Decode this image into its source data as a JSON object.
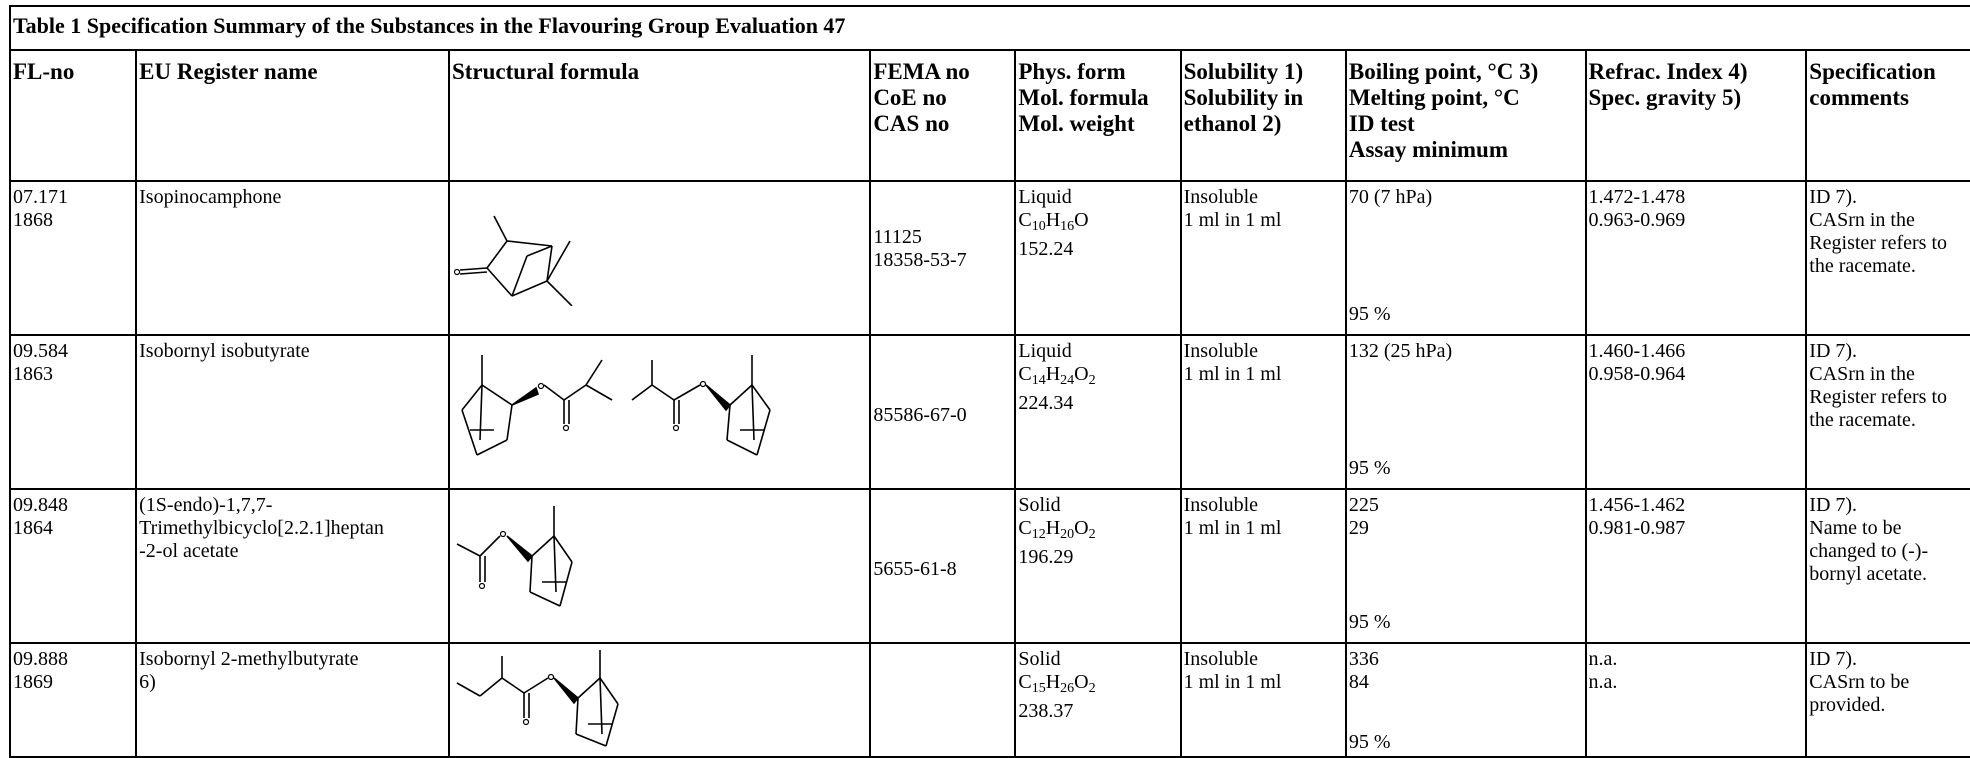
{
  "table": {
    "title": "Table 1 Specification Summary of the Substances in the Flavouring Group Evaluation 47",
    "headers": {
      "fl_no": "FL-no",
      "eu_name": "EU Register name",
      "structural": "Structural formula",
      "fema_1": "FEMA no",
      "fema_2": "CoE no",
      "fema_3": "CAS no",
      "phys_1": "Phys. form",
      "phys_2": "Mol. formula",
      "phys_3": "Mol. weight",
      "sol_1": "Solubility 1)",
      "sol_2": "Solubility in",
      "sol_3": "ethanol 2)",
      "bp_1": "Boiling point, °C 3)",
      "bp_2": "Melting point, °C",
      "bp_3": "ID test",
      "bp_4": "Assay minimum",
      "ri_1": "Refrac. Index 4)",
      "ri_2": "Spec. gravity 5)",
      "spec_1": "Specification",
      "spec_2": "comments"
    },
    "rows": [
      {
        "fl": "07.171",
        "fl2": "1868",
        "name": "Isopinocamphone",
        "coe": "11125",
        "cas": "18358-53-7",
        "form": "Liquid",
        "formula": {
          "c": "C",
          "cn": "10",
          "h": "H",
          "hn": "16",
          "o": "O",
          "on": ""
        },
        "mw": "152.24",
        "sol": "Insoluble",
        "sol_eth": "1 ml in 1 ml",
        "bp": "70 (7 hPa)",
        "mp": "",
        "assay": "95 %",
        "ri": "1.472-1.478",
        "sg": "0.963-0.969",
        "comment": [
          "ID 7).",
          "CASrn in the",
          "Register refers to",
          "the racemate."
        ]
      },
      {
        "fl": "09.584",
        "fl2": "1863",
        "name": "Isobornyl isobutyrate",
        "coe": "",
        "cas": "85586-67-0",
        "form": "Liquid",
        "formula": {
          "c": "C",
          "cn": "14",
          "h": "H",
          "hn": "24",
          "o": "O",
          "on": "2"
        },
        "mw": "224.34",
        "sol": "Insoluble",
        "sol_eth": "1 ml in 1 ml",
        "bp": "132 (25 hPa)",
        "mp": "",
        "assay": "95 %",
        "ri": "1.460-1.466",
        "sg": "0.958-0.964",
        "comment": [
          "ID 7).",
          "CASrn in the",
          "Register refers to",
          "the racemate."
        ]
      },
      {
        "fl": "09.848",
        "fl2": "1864",
        "name": "(1S-endo)-1,7,7-Trimethylbicyclo[2.2.1]heptan-2-ol acetate",
        "name_lines": [
          "(1S-endo)-1,7,7-",
          "Trimethylbicyclo[2.2.1]heptan",
          "-2-ol acetate"
        ],
        "coe": "",
        "cas": "5655-61-8",
        "form": "Solid",
        "formula": {
          "c": "C",
          "cn": "12",
          "h": "H",
          "hn": "20",
          "o": "O",
          "on": "2"
        },
        "mw": "196.29",
        "sol": "Insoluble",
        "sol_eth": "1 ml in 1 ml",
        "bp": "225",
        "mp": "29",
        "assay": "95 %",
        "ri": "1.456-1.462",
        "sg": "0.981-0.987",
        "comment": [
          "ID 7).",
          "Name to be",
          "changed to (-)-",
          "bornyl acetate."
        ]
      },
      {
        "fl": "09.888",
        "fl2": "1869",
        "name": "Isobornyl 2-methylbutyrate",
        "name_lines": [
          "Isobornyl 2-methylbutyrate",
          "6)"
        ],
        "coe": "",
        "cas": "",
        "form": "Solid",
        "formula": {
          "c": "C",
          "cn": "15",
          "h": "H",
          "hn": "26",
          "o": "O",
          "on": "2"
        },
        "mw": "238.37",
        "sol": "Insoluble",
        "sol_eth": "1 ml in 1 ml",
        "bp": "336",
        "mp": "84",
        "assay": "95 %",
        "ri": "n.a.",
        "sg": "n.a.",
        "comment": [
          "ID 7).",
          "CASrn to be",
          "provided."
        ]
      }
    ]
  }
}
